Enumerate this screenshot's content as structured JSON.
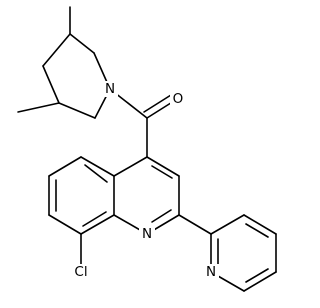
{
  "molecule": {
    "atom_labels": {
      "piperidine_nitrogen": "N",
      "carbonyl_oxygen": "O",
      "quinoline_nitrogen": "N",
      "chlorine": "Cl",
      "pyridine_nitrogen": "N"
    }
  },
  "colors": {
    "bond": "#000000",
    "label": "#000000",
    "background": "#ffffff"
  }
}
